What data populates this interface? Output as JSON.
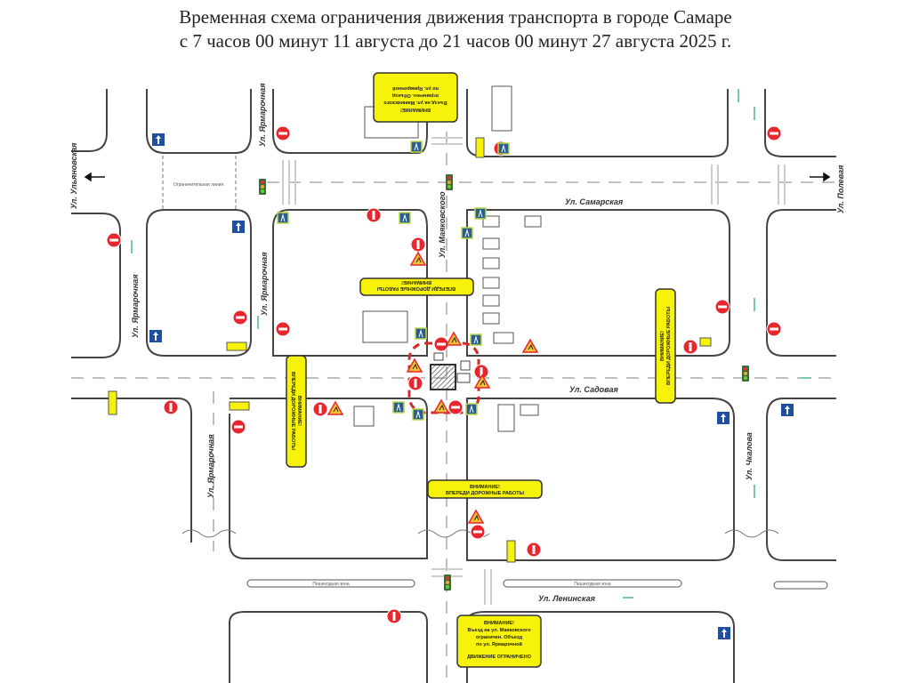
{
  "title": {
    "line1": "Временная схема ограничения движения транспорта в городе Самаре",
    "line2": "с 7 часов 00 минут 11 августа до 21 часов 00 минут 27 августа 2025 г."
  },
  "streets": {
    "samarskaya": "Ул. Самарская",
    "sadovaya": "Ул. Садовая",
    "leninskaya": "Ул. Ленинская",
    "ulyanovskaya": "Ул. Ульяновская",
    "polevaya": "Ул. Полевая",
    "chkalova": "Ул. Чкалова",
    "mayakovskogo": "Ул. Маяковского",
    "yarmarochnaya": "Ул. Ярмарочная"
  },
  "notices": {
    "road_works": "ВНИМАНИЕ! ВПЕРЕДИ ДОРОЖНЫЕ РАБОТЫ",
    "road_works_l1": "ВНИМАНИЕ!",
    "road_works_l2": "ВПЕРЕДИ ДОРОЖНЫЕ РАБОТЫ",
    "detour_l1": "ВНИМАНИЕ!",
    "detour_l2": "Въезд на ул. Маяковского",
    "detour_l3": "ограничен. Объезд",
    "detour_l4": "по ул. Ярмарочной",
    "traffic_restricted": "ДВИЖЕНИЕ ОГРАНИЧЕНО"
  },
  "labels": {
    "pedestrian_zone": "Пешеходная зона",
    "parking": "Ограничительная линия"
  },
  "colors": {
    "notice_bg": "#f7f20a",
    "no_entry": "#e8262e",
    "info_sign": "#1f4fa0",
    "road": "#444444",
    "work_zone": "#d42a2a"
  }
}
